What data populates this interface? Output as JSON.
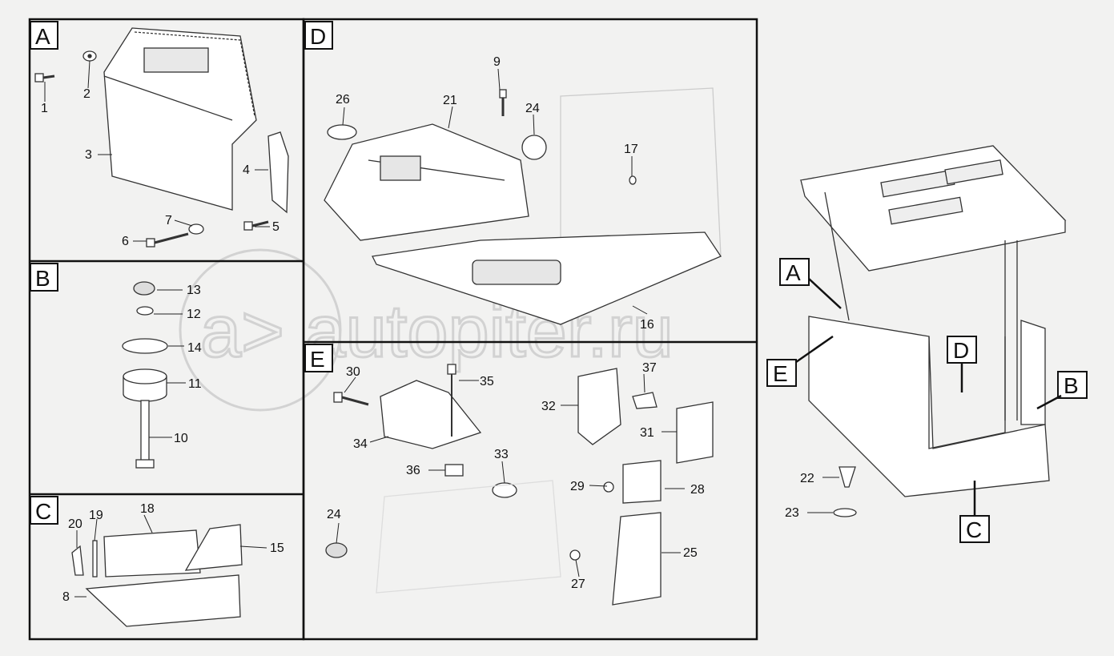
{
  "watermark": "a> autopiter.ru",
  "panels": {
    "A": "A",
    "B": "B",
    "C": "C",
    "D": "D",
    "E": "E"
  },
  "cab_labels": {
    "A": "A",
    "B": "B",
    "C": "C",
    "D": "D",
    "E": "E"
  },
  "callouts": {
    "n1": "1",
    "n2": "2",
    "n3": "3",
    "n4": "4",
    "n5": "5",
    "n6": "6",
    "n7": "7",
    "n8": "8",
    "n9": "9",
    "n10": "10",
    "n11": "11",
    "n12": "12",
    "n13": "13",
    "n14": "14",
    "n15": "15",
    "n16": "16",
    "n17": "17",
    "n18": "18",
    "n19": "19",
    "n20": "20",
    "n21": "21",
    "n22": "22",
    "n23": "23",
    "n24a": "24",
    "n24b": "24",
    "n25": "25",
    "n26": "26",
    "n27": "27",
    "n28": "28",
    "n29": "29",
    "n30": "30",
    "n31": "31",
    "n32": "32",
    "n33": "33",
    "n34": "34",
    "n35": "35",
    "n36": "36",
    "n37": "37"
  }
}
